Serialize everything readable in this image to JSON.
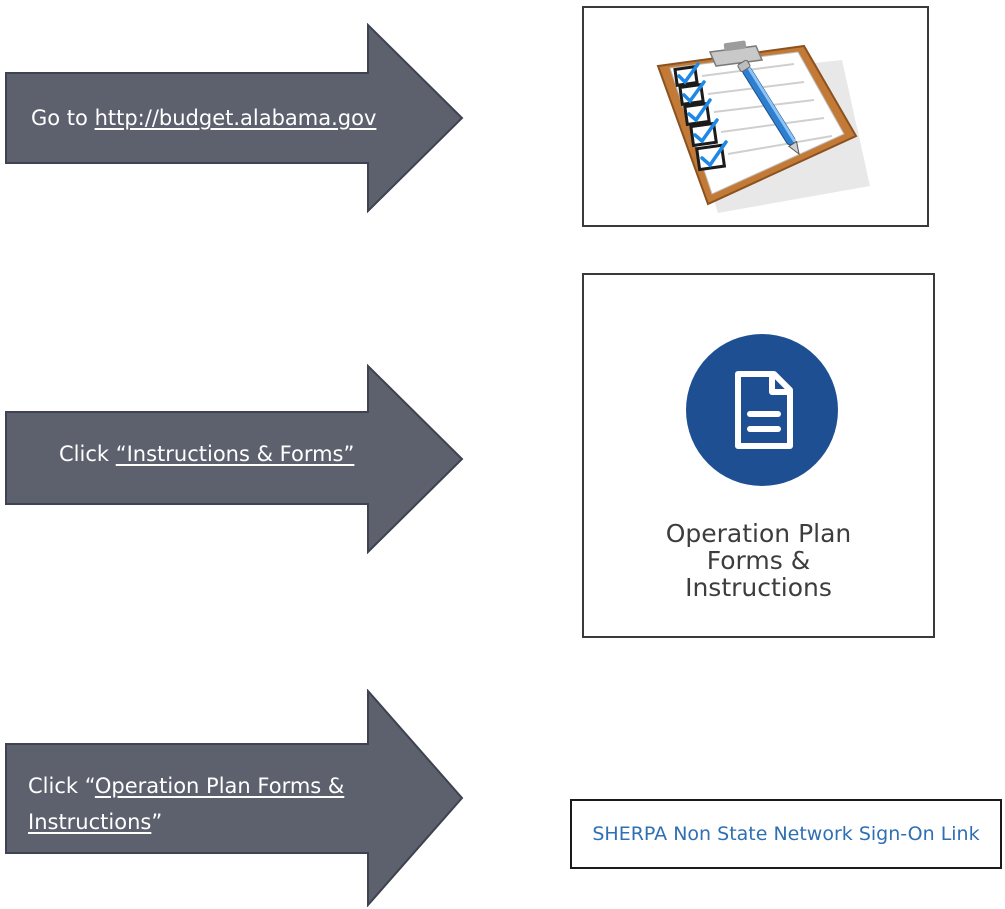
{
  "steps": [
    {
      "prefix": "Go to ",
      "link": "http://budget.alabama.gov",
      "suffix": ""
    },
    {
      "prefix": "Click ",
      "link": "“Instructions & Forms”",
      "suffix": ""
    },
    {
      "prefix": "Click “",
      "link_line1": "Operation Plan Forms &",
      "link_line2": "Instructions",
      "suffix": "”"
    }
  ],
  "forms_card": {
    "line1": "Operation Plan",
    "line2": "Forms &",
    "line3": "Instructions"
  },
  "sherpa_link": "SHERPA Non State Network Sign-On Link",
  "colors": {
    "arrow_fill": "#5d616e",
    "arrow_stroke": "#3f4250",
    "icon_circle": "#1f4f93",
    "link_blue": "#2f6fb3",
    "clipboard_wood": "#c47a37"
  },
  "icons": [
    "arrow-right-shape",
    "clipboard-checklist-icon",
    "document-icon"
  ]
}
